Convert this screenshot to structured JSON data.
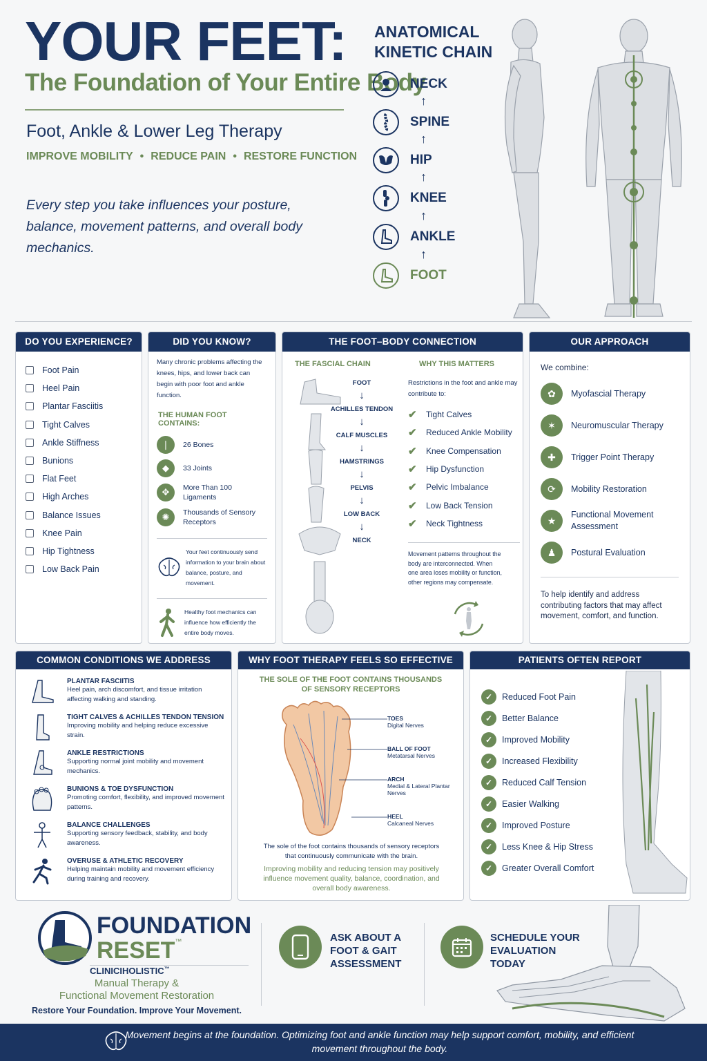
{
  "header": {
    "title": "YOUR FEET:",
    "subtitle": "The Foundation of Your Entire Body",
    "therapy": "Foot, Ankle & Lower Leg Therapy",
    "benefits": [
      "IMPROVE MOBILITY",
      "REDUCE PAIN",
      "RESTORE FUNCTION"
    ],
    "benefit_sep": "•",
    "intro": "Every step you take influences your posture, balance, movement patterns, and overall body mechanics."
  },
  "kinetic_chain": {
    "title": "ANATOMICAL KINETIC CHAIN",
    "items": [
      "NECK",
      "SPINE",
      "HIP",
      "KNEE",
      "ANKLE",
      "FOOT"
    ],
    "arrow": "↑"
  },
  "experience": {
    "heading": "DO YOU EXPERIENCE?",
    "items": [
      "Foot Pain",
      "Heel Pain",
      "Plantar Fasciitis",
      "Tight Calves",
      "Ankle Stiffness",
      "Bunions",
      "Flat Feet",
      "High Arches",
      "Balance Issues",
      "Knee Pain",
      "Hip Tightness",
      "Low Back Pain"
    ]
  },
  "did_you_know": {
    "heading": "DID YOU KNOW?",
    "intro": "Many chronic problems affecting the knees, hips, and lower back can begin with poor foot and ankle function.",
    "contains_heading": "THE HUMAN FOOT CONTAINS:",
    "facts": [
      "26 Bones",
      "33 Joints",
      "More Than 100 Ligaments",
      "Thousands of Sensory Receptors"
    ],
    "brain_note": "Your feet continuously send information to your brain about balance, posture, and movement.",
    "walk_note": "Healthy foot mechanics can influence how efficiently the entire body moves."
  },
  "connection": {
    "heading": "THE FOOT–BODY CONNECTION",
    "fascial_heading": "THE FASCIAL CHAIN",
    "fascial": [
      "FOOT",
      "ACHILLES TENDON",
      "CALF MUSCLES",
      "HAMSTRINGS",
      "PELVIS",
      "LOW BACK",
      "NECK"
    ],
    "down_arrow": "↓",
    "why_heading": "WHY THIS MATTERS",
    "why_intro": "Restrictions in the foot and ankle may contribute to:",
    "why_items": [
      "Tight Calves",
      "Reduced Ankle Mobility",
      "Knee Compensation",
      "Hip Dysfunction",
      "Pelvic Imbalance",
      "Low Back Tension",
      "Neck Tightness"
    ],
    "why_note": "Movement patterns throughout the body are interconnected. When one area loses mobility or function, other regions may compensate.",
    "tick": "✔"
  },
  "approach": {
    "heading": "OUR APPROACH",
    "intro": "We combine:",
    "items": [
      "Myofascial Therapy",
      "Neuromuscular Therapy",
      "Trigger Point Therapy",
      "Mobility Restoration",
      "Functional Movement Assessment",
      "Postural Evaluation"
    ],
    "note": "To help identify and address contributing factors that may affect movement, comfort, and function."
  },
  "conditions": {
    "heading": "COMMON CONDITIONS WE ADDRESS",
    "items": [
      {
        "title": "PLANTAR FASCIITIS",
        "desc": "Heel pain, arch discomfort, and tissue irritation affecting walking and standing."
      },
      {
        "title": "TIGHT CALVES & ACHILLES TENDON TENSION",
        "desc": "Improving mobility and helping reduce excessive strain."
      },
      {
        "title": "ANKLE RESTRICTIONS",
        "desc": "Supporting normal joint mobility and movement mechanics."
      },
      {
        "title": "BUNIONS & TOE DYSFUNCTION",
        "desc": "Promoting comfort, flexibility, and improved movement patterns."
      },
      {
        "title": "BALANCE CHALLENGES",
        "desc": "Supporting sensory feedback, stability, and body awareness."
      },
      {
        "title": "OVERUSE & ATHLETIC RECOVERY",
        "desc": "Helping maintain mobility and movement efficiency during training and recovery."
      }
    ]
  },
  "effective": {
    "heading": "WHY FOOT THERAPY FEELS SO EFFECTIVE",
    "subheading": "THE SOLE OF THE FOOT CONTAINS THOUSANDS OF SENSORY RECEPTORS",
    "labels": [
      {
        "title": "TOES",
        "desc": "Digital Nerves"
      },
      {
        "title": "BALL OF FOOT",
        "desc": "Metatarsal Nerves"
      },
      {
        "title": "ARCH",
        "desc": "Medial & Lateral Plantar Nerves"
      },
      {
        "title": "HEEL",
        "desc": "Calcaneal Nerves"
      }
    ],
    "caption": "The sole of the foot contains thousands of sensory receptors that continuously communicate with the brain.",
    "note": "Improving mobility and reducing tension may positively influence movement quality, balance, coordination, and overall body awareness."
  },
  "reports": {
    "heading": "PATIENTS OFTEN REPORT",
    "items": [
      "Reduced Foot Pain",
      "Better Balance",
      "Improved Mobility",
      "Increased Flexibility",
      "Reduced Calf Tension",
      "Easier Walking",
      "Improved Posture",
      "Less Knee & Hip Stress",
      "Greater Overall Comfort"
    ],
    "check": "✓"
  },
  "brand": {
    "name_1": "FOUNDATION",
    "name_2": "RESET",
    "tm": "™",
    "clinic": "CLINICIHOLISTIC",
    "clinic_tm": "™",
    "service_1": "Manual Therapy &",
    "service_2": "Functional Movement Restoration",
    "tagline": "Restore Your Foundation. Improve Your Movement."
  },
  "cta": {
    "ask": "ASK ABOUT A FOOT & GAIT ASSESSMENT",
    "schedule": "SCHEDULE YOUR EVALUATION TODAY"
  },
  "footer": {
    "text": "Movement begins at the foundation. Optimizing foot and ankle function may help support comfort, mobility, and efficient movement throughout the body."
  },
  "colors": {
    "navy": "#1b3461",
    "green": "#6b8a57",
    "background": "#f6f7f8"
  },
  "icons": {
    "chain": [
      "head-icon",
      "spine-icon",
      "pelvis-icon",
      "knee-icon",
      "ankle-icon",
      "foot-icon"
    ],
    "facts": [
      "bone-icon",
      "joint-icon",
      "ligament-icon",
      "receptor-icon"
    ],
    "approach": [
      "myofascial-icon",
      "neuromuscular-icon",
      "trigger-point-icon",
      "mobility-icon",
      "movement-icon",
      "posture-icon"
    ]
  }
}
